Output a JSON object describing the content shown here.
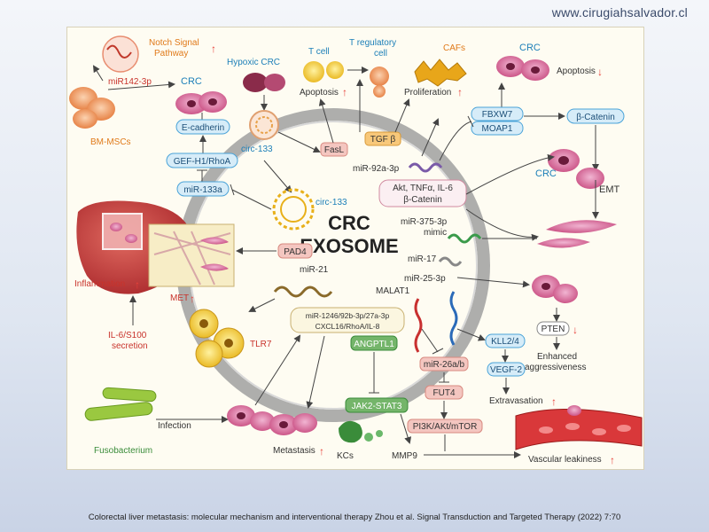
{
  "watermark": "www.cirugiahsalvador.cl",
  "caption": "Colorectal liver metastasis: molecular mechanism and interventional therapy Zhou et al. Signal Transduction and Targeted Therapy (2022) 7:70",
  "center": {
    "line1": "CRC",
    "line2": "EXOSOME"
  },
  "labels": {
    "notch": "Notch Signal",
    "pathway": "Pathway",
    "mir142": "miR142-3p",
    "crc_top": "CRC",
    "bm_mscs": "BM-MSCs",
    "ecadherin": "E-cadherin",
    "gef": "GEF-H1/RhoA",
    "mir133a": "miR-133a",
    "hypoxic": "Hypoxic CRC",
    "circ133_top": "circ-133",
    "circ133_in": "circ-133",
    "tcell": "T cell",
    "treg1": "T regulatory",
    "treg2": "cell",
    "cafs": "CAFs",
    "apoptosis_mid": "Apoptosis",
    "proliferation": "Proliferation",
    "fasl": "FasL",
    "tgfb": "TGF β",
    "mir92a": "miR-92a-3p",
    "akt1": "Akt, TNFα, IL-6",
    "akt2": "β-Catenin",
    "crc_right_top": "CRC",
    "apoptosis_right": "Apoptosis",
    "fbxw7": "FBXW7",
    "moap1": "MOAP1",
    "bcatenin": "β-Catenin",
    "crc_right": "CRC",
    "emt": "EMT",
    "mir375a": "miR-375-3p",
    "mir375b": "mimic",
    "mir17": "miR-17",
    "mir25": "miR-25-3p",
    "pten": "PTEN",
    "enh1": "Enhanced",
    "enh2": "aggressiveness",
    "kll": "KLL2/4",
    "vegf": "VEGF-2",
    "extravasation": "Extravasation",
    "vascular": "Vascular leakiness",
    "malat1": "MALAT1",
    "mir26": "miR-26a/b",
    "fut4": "FUT4",
    "pi3k": "PI3K/AKt/mTOR",
    "angptl1": "ANGPTL1",
    "jak": "JAK2-STAT3",
    "kcs": "KCs",
    "mmp9": "MMP9",
    "pad4": "PAD4",
    "met": "MET",
    "inflammation": "Inflammation",
    "mir21": "miR-21",
    "mir1246a": "miR-1246/92b-3p/27a-3p",
    "mir1246b": "CXCL16/RhoA/IL-8",
    "il6a": "IL-6/S100",
    "il6b": "secretion",
    "tlr7": "TLR7",
    "fuso": "Fusobacterium",
    "infection": "Infection",
    "metastasis": "Metastasis"
  },
  "colors": {
    "up_arrow": "#e8413a",
    "down_arrow": "#e8413a",
    "orange_text": "#e07a1a",
    "blue_text": "#1c7fb8",
    "red_text": "#c8322b",
    "green_text": "#3a8c3a",
    "dark_text": "#333333",
    "blue_box_fill": "#d6ecf8",
    "blue_box_stroke": "#4aa3d8",
    "green_box_fill": "#74b56a",
    "pink_box_fill": "#f4c6c0",
    "orange_box_fill": "#f8c87a",
    "gray_ring": "#9a9a9a",
    "liver": "#c0393a",
    "cell_pink": "#c94e82",
    "cell_orange": "#ef9a5a"
  }
}
